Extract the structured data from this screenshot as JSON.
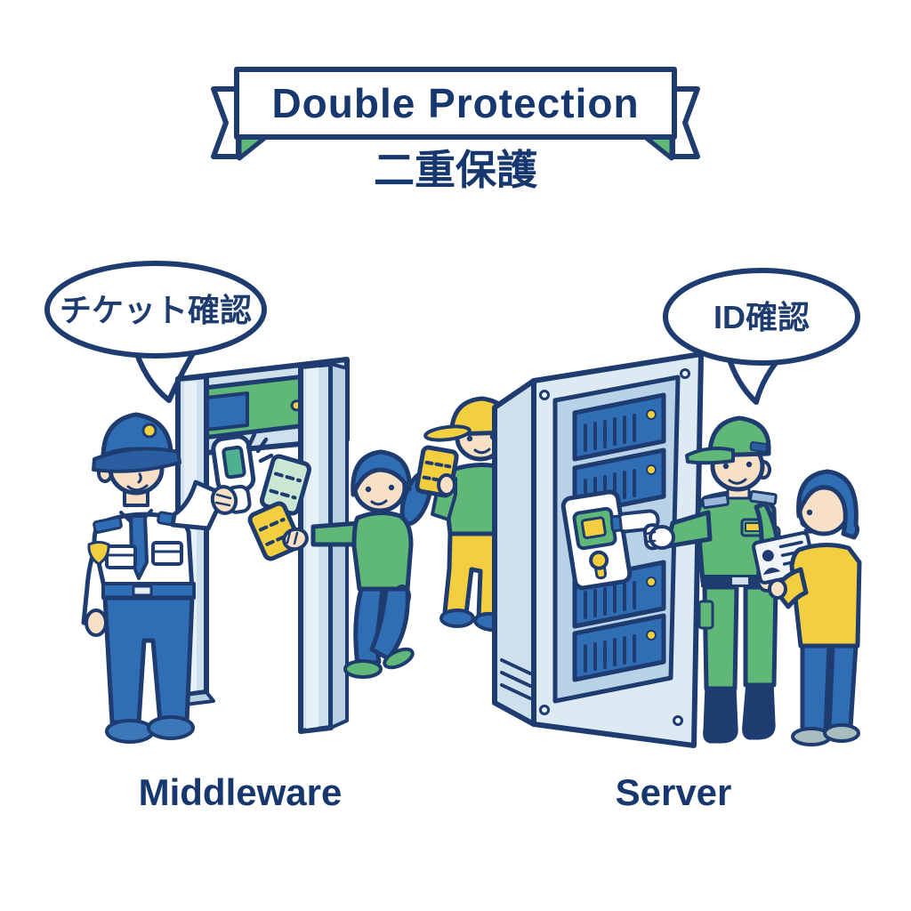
{
  "banner": {
    "title": "Double Protection",
    "subtitle": "二重保護"
  },
  "left_scene": {
    "speech_bubble": "チケット確認",
    "caption": "Middleware",
    "figures": [
      "security-guard",
      "ticket-scanner",
      "security-gate",
      "green-ticket",
      "yellow-ticket",
      "visitor-woman"
    ]
  },
  "right_scene": {
    "speech_bubble": "ID確認",
    "caption": "Server",
    "figures": [
      "visitor-with-ticket",
      "server-rack",
      "card-reader",
      "green-guard",
      "id-scanner",
      "id-card",
      "visitor-man"
    ]
  },
  "colors": {
    "outline_navy": "#1e3c70",
    "text_navy": "#17386e",
    "primary_blue": "#2f6db5",
    "green": "#5fb877",
    "light_green": "#c9e7d2",
    "screen_green": "#4db08e",
    "yellow": "#f3cf3f",
    "panel_light_blue": "#cfe0ed",
    "panel_inner_blue": "#b9d2e7",
    "skin": "#f8e0c6"
  }
}
